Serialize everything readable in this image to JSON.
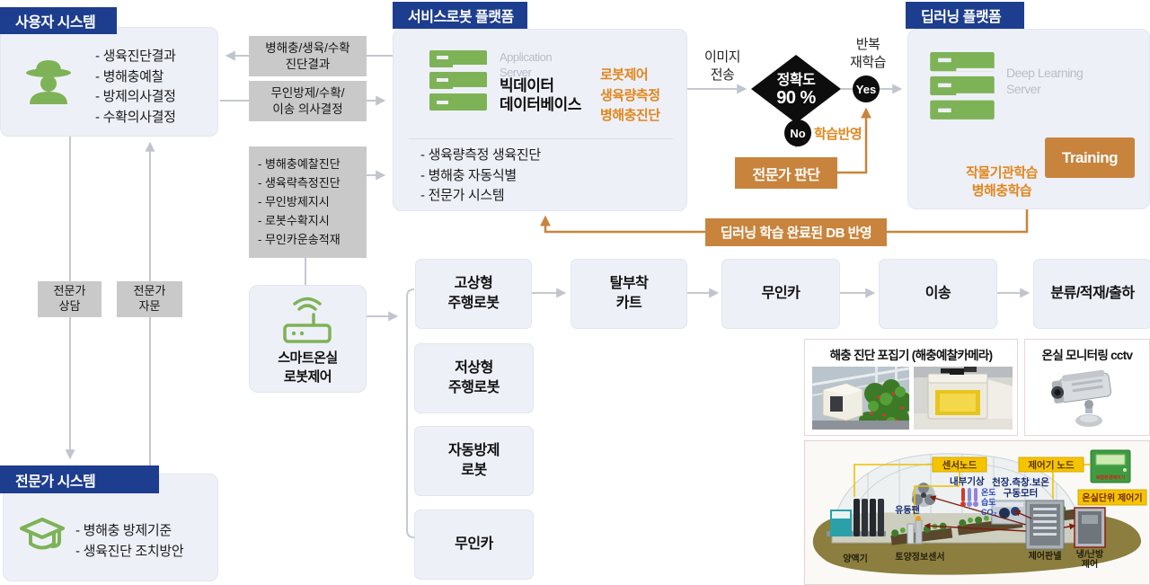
{
  "colors": {
    "navy": "#1d3d8f",
    "panel_bg": "#eef0f8",
    "gray_box": "#c9c9c9",
    "green": "#7db356",
    "orange_box": "#c8843d",
    "orange_text": "#e0861c",
    "yellow_label": "#f5c400",
    "decision_black": "#0d0d0d"
  },
  "user_system": {
    "title": "사용자 시스템",
    "items": [
      "- 생육진단결과",
      "- 병해충예찰",
      "- 방제의사결정",
      "- 수확의사결정"
    ]
  },
  "link_boxes": {
    "diagnosis_result": "병해충/생육/수확\n진단결과",
    "unmanned_decision": "무인방제/수확/\n이송 의사결정",
    "expert_consult": "전문가\n상담",
    "expert_advice": "전문가\n자문"
  },
  "service_platform": {
    "title": "서비스로봇 플랫폼",
    "server_type": "Application\nServer",
    "server_name": "빅데이터\n데이터베이스",
    "functions": "로봇제어\n생육량측정\n병해충진단",
    "items": [
      "- 생육량측정 생육진단",
      "- 병해충 자동식별",
      "- 전문가 시스템"
    ]
  },
  "command_box": {
    "items": [
      "- 병해충예찰진단",
      "- 생육략측정진단",
      "- 무인방제지시",
      "- 로봇수확지시",
      "- 무인카운송적재"
    ]
  },
  "smart_greenhouse": {
    "label": "스마트온실\n로봇제어"
  },
  "robots": {
    "flow": [
      "고상형\n주행로봇",
      "탈부착\n카트",
      "무인카",
      "이송",
      "분류/적재/출하"
    ],
    "column": [
      "저상형\n주행로봇",
      "자동방제\n로봇",
      "무인카"
    ]
  },
  "decision_flow": {
    "image_transfer": "이미지\n전송",
    "accuracy_line1": "정확도",
    "accuracy_line2": "90 %",
    "retraining": "반복\n재학습",
    "yes": "Yes",
    "no": "No",
    "learning_reflect": "학습반영",
    "expert_judgement": "전문가 판단",
    "db_reflect": "딥러닝 학습 완료된 DB 반영"
  },
  "deep_platform": {
    "title": "딥러닝 플랫폼",
    "server_type": "Deep Learning\nServer",
    "training": "Training",
    "learning_labels": "작물기관학습\n병해충학습"
  },
  "expert_system": {
    "title": "전문가 시스템",
    "items": [
      "- 병해충 방제기준",
      "- 생육진단 조치방안"
    ]
  },
  "monitoring": {
    "trap_title": "해충 진단 포집기 (해충예찰카메라)",
    "cctv_title": "온실 모니터링 cctv"
  },
  "greenhouse": {
    "sensor_node": "센서노드",
    "controller_node": "제어기 노드",
    "unit_controller": "온실단위 제어기",
    "device_label": "복합환경제어기",
    "inner_weather": "내부기상",
    "motor_line1": "천장.측창.보온",
    "motor_line2": "구동모터",
    "fan": "유동팬",
    "temp": "온도",
    "humidity": "습도",
    "co2": "CO₂",
    "nutrient_machine": "양액기",
    "soil_sensor": "토양정보센서",
    "control_panel": "제어판넬",
    "hvac_line1": "냉/난방",
    "hvac_line2": "제어"
  }
}
